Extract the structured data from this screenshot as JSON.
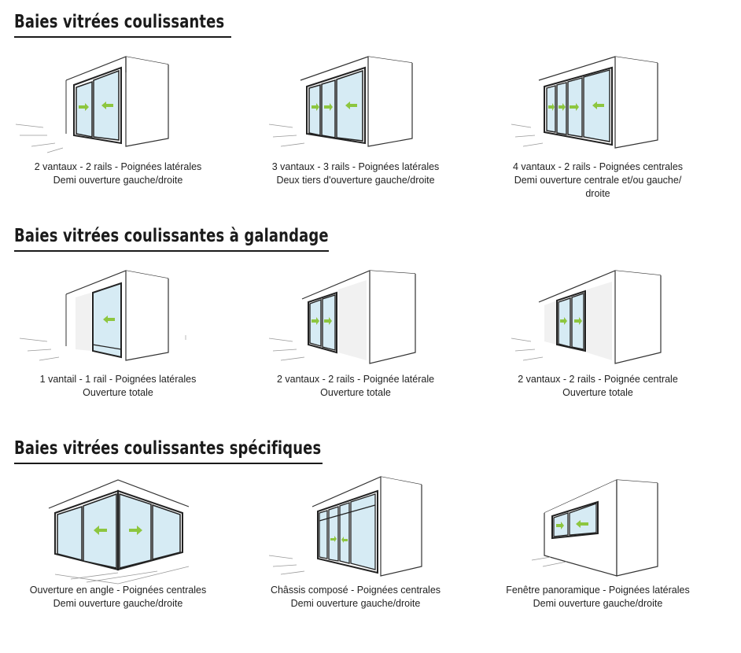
{
  "sections": [
    {
      "title": "Baies vitrées coulissantes",
      "items": [
        {
          "line1": "2 vantaux - 2 rails - Poignées latérales",
          "line2": "Demi ouverture gauche/droite"
        },
        {
          "line1": "3 vantaux - 3 rails - Poignées latérales",
          "line2": "Deux tiers d'ouverture gauche/droite"
        },
        {
          "line1": "4 vantaux - 2 rails - Poignées centrales",
          "line2": "Demi ouverture centrale et/ou gauche/ droite"
        }
      ]
    },
    {
      "title": "Baies vitrées coulissantes à galandage",
      "items": [
        {
          "line1": "1 vantail - 1 rail - Poignées latérales",
          "line2": "Ouverture totale"
        },
        {
          "line1": "2 vantaux - 2 rails - Poignée latérale",
          "line2": "Ouverture totale"
        },
        {
          "line1": "2 vantaux - 2 rails - Poignée centrale",
          "line2": "Ouverture totale"
        }
      ]
    },
    {
      "title": "Baies vitrées coulissantes spécifiques",
      "items": [
        {
          "line1": "Ouverture en angle - Poignées centrales",
          "line2": "Demi ouverture gauche/droite"
        },
        {
          "line1": "Châssis composé - Poignées centrales",
          "line2": "Demi ouverture gauche/droite"
        },
        {
          "line1": "Fenêtre panoramique - Poignées latérales",
          "line2": "Demi ouverture gauche/droite"
        }
      ]
    }
  ],
  "colors": {
    "glass": "#d6ebf4",
    "frame": "#2b2b2b",
    "arrow": "#8dc63f",
    "line": "#333333",
    "wall": "#ffffff"
  },
  "icons": [
    "arrow-left-icon",
    "arrow-right-icon"
  ]
}
